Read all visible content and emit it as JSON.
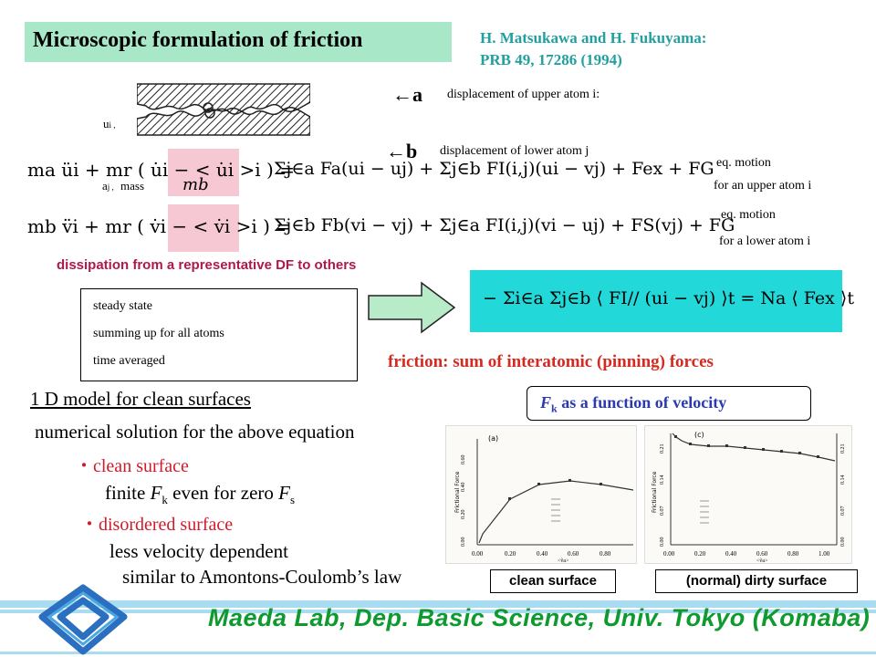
{
  "title": "Microscopic formulation of friction",
  "reference": {
    "line1": "H. Matsukawa and H. Fukuyama:",
    "line2": "PRB 49, 17286 (1994)"
  },
  "labels": {
    "a_letter": "←a",
    "a_text": "displacement of upper atom i:",
    "b_letter": "←b",
    "b_text": "displacement of lower atom  j",
    "ui": "u",
    "ui_sub": "i ,",
    "vj": "a",
    "vj_sub": "j ,",
    "mass": "mass"
  },
  "equations": {
    "eq1_note1": "eq. motion",
    "eq1_note2": "for an upper atom i",
    "eq2_note1": "eq. motion",
    "eq2_note2": "for a lower atom i",
    "eq1_lhs": "ma üi + mr ( u̇i − < u̇i >i ) =",
    "eq1_rhs": "Σj∈a Fa(ui − uj) + Σj∈b FI(i,j)(ui − vj) + Fex + FG",
    "eq2_lhs": "mb v̈i + mr ( v̇i − < v̇i >i ) =",
    "eq2_rhs": "Σj∈b Fb(vi − vj) + Σj∈a FI(i,j)(vi − uj) + FS(vj) + FG",
    "mb_label": "mb"
  },
  "dissipation": "dissipation from a representative DF to others",
  "steady_box": [
    "steady state",
    "summing up for all atoms",
    "time averaged"
  ],
  "result_eq": "− Σi∈a Σj∈b ⟨ FI// (ui − vj) ⟩t = Na ⟨ Fex ⟩t",
  "friction_sum": "friction: sum of interatomic (pinning) forces",
  "model_title": "1 D model for clean surfaces",
  "numerical": "numerical solution for the above equation",
  "bullet_mark": "・",
  "clean_surface": "clean surface",
  "finite_fk": {
    "pre": "finite ",
    "F1": "F",
    "k": "k",
    "mid": " even for zero ",
    "F2": "F",
    "s": "s"
  },
  "disordered": "disordered surface",
  "less_vel": "less velocity dependent",
  "amontons": "similar to Amontons-Coulomb’s law",
  "fk_box": {
    "F": "F",
    "k": "k",
    "rest": " as a function of velocity"
  },
  "graphs": {
    "left_tag": "(a)",
    "right_tag": "(c)",
    "ylabel": "Frictional Force",
    "xlabel": "<ṽa>",
    "left_yticks": [
      "0.60",
      "0.40",
      "0.20",
      "0.00"
    ],
    "left_xticks": [
      "0.00",
      "0.20",
      "0.40",
      "0.60",
      "0.80"
    ],
    "right_yticks": [
      "0.21",
      "0.14",
      "0.07",
      "0.00"
    ],
    "right_xticks": [
      "0.00",
      "0.20",
      "0.40",
      "0.60",
      "0.80",
      "1.00"
    ]
  },
  "captions": {
    "left": "clean surface",
    "right": "(normal) dirty surface"
  },
  "footer": "Maeda Lab, Dep. Basic Science, Univ. Tokyo (Komaba)",
  "colors": {
    "title_bg": "#a8e8c8",
    "accent_teal": "#22a0a0",
    "red": "#d11a2a",
    "maroon": "#b0184a",
    "cyan": "#22d8d8",
    "footer_green": "#0e9a2e",
    "footer_stripe": "#a8dcf0"
  }
}
